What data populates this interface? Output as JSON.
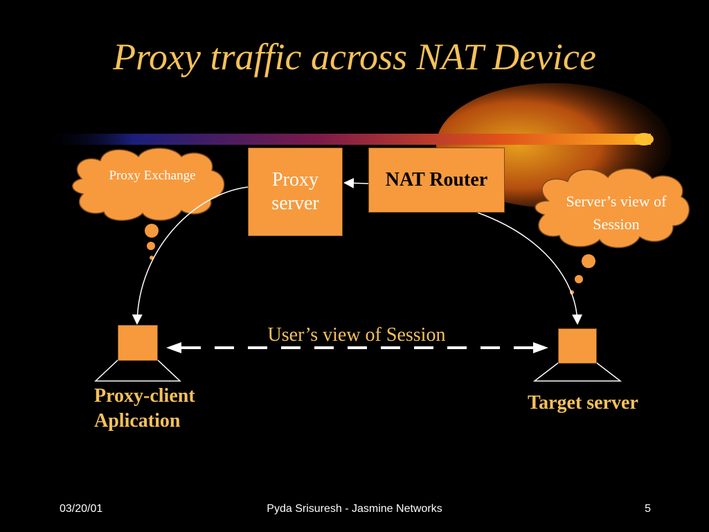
{
  "slide": {
    "title": "Proxy traffic across NAT Device"
  },
  "diagram": {
    "proxy_server": "Proxy server",
    "nat_router": "NAT Router",
    "left_cloud": "Proxy Exchange",
    "right_cloud": "Server’s view of Session",
    "session_label": "User’s view of Session",
    "client_label": "Proxy-client Aplication",
    "target_label": "Target server"
  },
  "footer": {
    "date": "03/20/01",
    "author": "Pyda Srisuresh - Jasmine Networks",
    "page": "5"
  },
  "colors": {
    "background": "#000000",
    "title": "#f5c15a",
    "box_fill": "#f79a3e",
    "line": "#ffffff"
  }
}
